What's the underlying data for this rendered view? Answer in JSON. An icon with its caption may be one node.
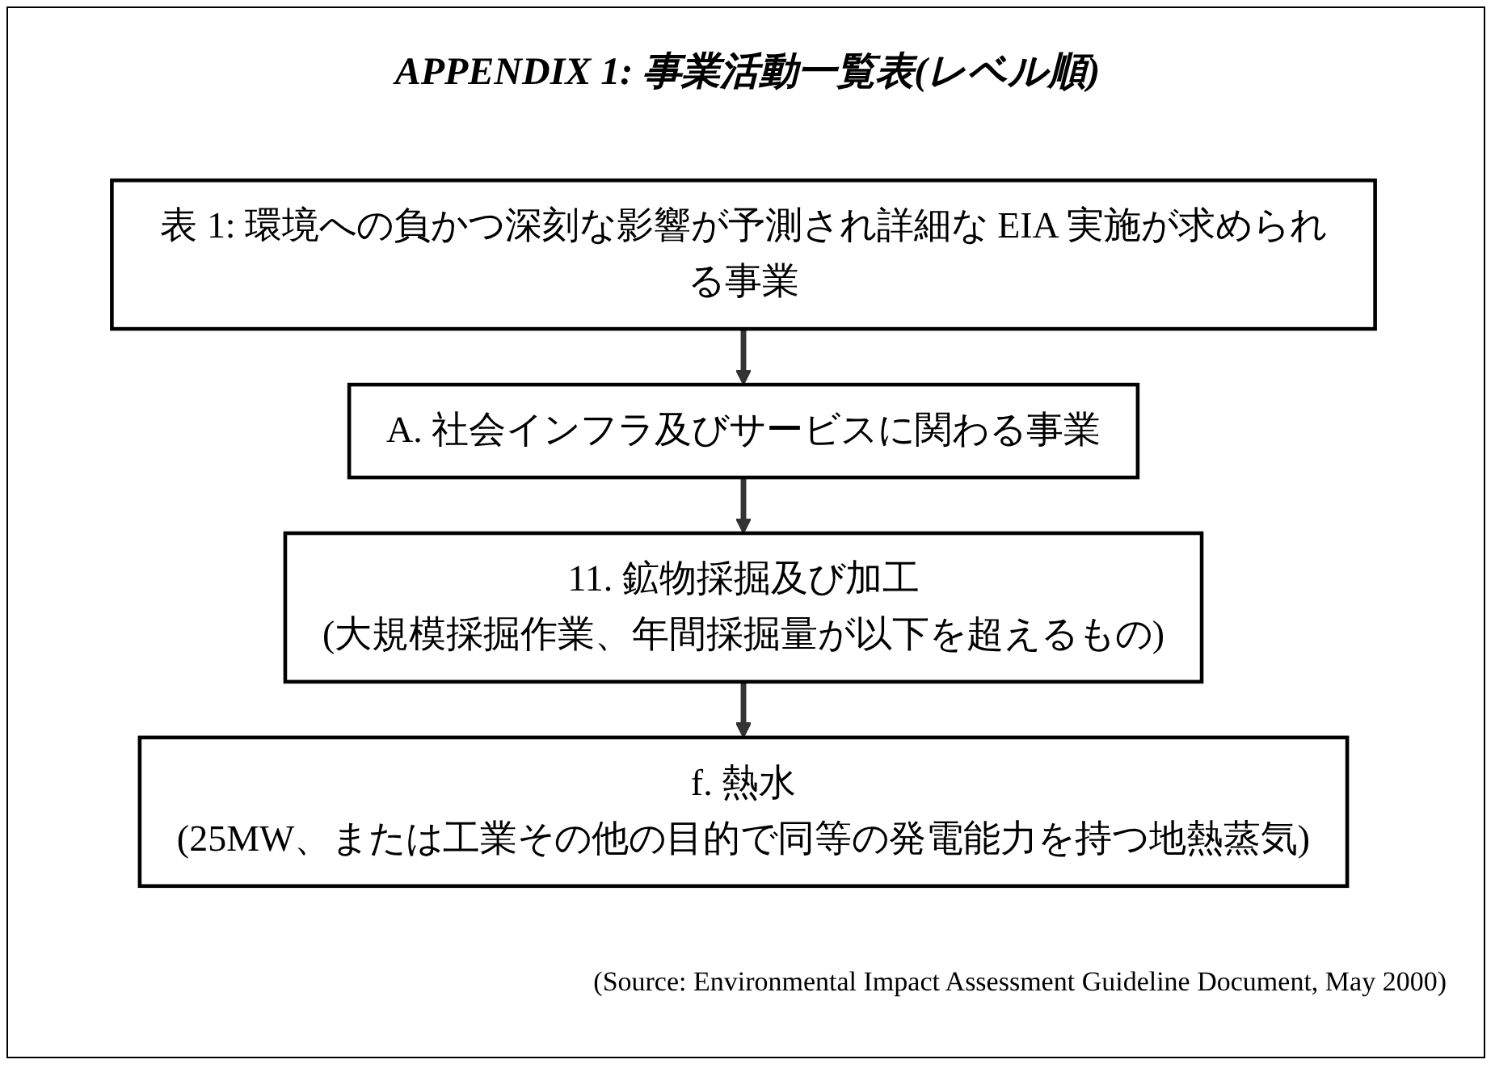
{
  "diagram": {
    "title": "APPENDIX 1: 事業活動一覧表(レベル順)",
    "nodes": [
      {
        "text": [
          "表 1: 環境への負かつ深刻な影響が予測され詳細な EIA 実施が求められる事業"
        ]
      },
      {
        "text": [
          "A. 社会インフラ及びサービスに関わる事業"
        ]
      },
      {
        "text": [
          "11. 鉱物採掘及び加工",
          "(大規模採掘作業、年間採掘量が以下を超えるもの)"
        ]
      },
      {
        "text": [
          "f. 熱水",
          "(25MW、または工業その他の目的で同等の発電能力を持つ地熱蒸気)"
        ]
      }
    ],
    "edges": [
      {
        "from": 0,
        "to": 1,
        "arrow": "to"
      },
      {
        "from": 1,
        "to": 2,
        "arrow": "to"
      },
      {
        "from": 2,
        "to": 3,
        "arrow": "to"
      }
    ],
    "caption": "(Source: Environmental Impact Assessment Guideline Document, May 2000)"
  }
}
